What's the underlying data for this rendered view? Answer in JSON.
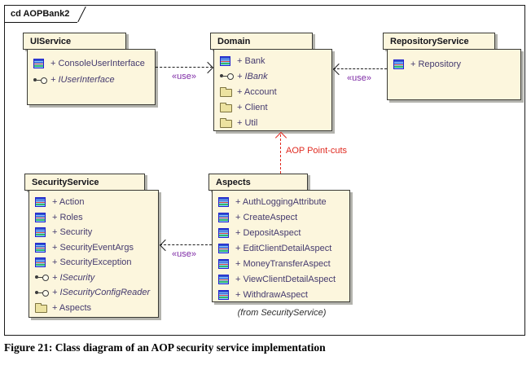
{
  "frame": {
    "title": "cd AOPBank2"
  },
  "caption": "Figure 21: Class diagram of an AOP security service implementation",
  "colors": {
    "package_fill": "#fcf6dd",
    "package_border": "#3a3a35",
    "shadow": "#b3b3ad",
    "member_text": "#443a6e",
    "stereotype_label": "#7e2ba6",
    "pointcut_red": "#e02a20"
  },
  "packages": [
    {
      "name": "UIService",
      "members": [
        {
          "icon": "class-icon",
          "label": "+ ConsoleUserInterface"
        },
        {
          "icon": "interface-lollipop-icon",
          "label": "+ IUserInterface",
          "italic": true
        }
      ]
    },
    {
      "name": "Domain",
      "members": [
        {
          "icon": "class-icon",
          "label": "+ Bank"
        },
        {
          "icon": "interface-lollipop-icon",
          "label": "+ IBank",
          "italic": true
        },
        {
          "icon": "package-folder-icon",
          "label": "+ Account"
        },
        {
          "icon": "package-folder-icon",
          "label": "+ Client"
        },
        {
          "icon": "package-folder-icon",
          "label": "+ Util"
        }
      ]
    },
    {
      "name": "RepositoryService",
      "members": [
        {
          "icon": "class-icon",
          "label": "+ Repository"
        }
      ]
    },
    {
      "name": "SecurityService",
      "members": [
        {
          "icon": "class-icon",
          "label": "+ Action"
        },
        {
          "icon": "class-icon",
          "label": "+ Roles"
        },
        {
          "icon": "class-icon",
          "label": "+ Security"
        },
        {
          "icon": "class-icon",
          "label": "+ SecurityEventArgs"
        },
        {
          "icon": "class-icon",
          "label": "+ SecurityException"
        },
        {
          "icon": "interface-lollipop-icon",
          "label": "+ ISecurity",
          "italic": true
        },
        {
          "icon": "interface-lollipop-icon",
          "label": "+ ISecurityConfigReader",
          "italic": true
        },
        {
          "icon": "package-folder-icon",
          "label": "+ Aspects"
        }
      ]
    },
    {
      "name": "Aspects",
      "note": "(from SecurityService)",
      "members": [
        {
          "icon": "class-icon",
          "label": "+ AuthLoggingAttribute"
        },
        {
          "icon": "class-icon",
          "label": "+ CreateAspect"
        },
        {
          "icon": "class-icon",
          "label": "+ DepositAspect"
        },
        {
          "icon": "class-icon",
          "label": "+ EditClientDetailAspect"
        },
        {
          "icon": "class-icon",
          "label": "+ MoneyTransferAspect"
        },
        {
          "icon": "class-icon",
          "label": "+ ViewClientDetailAspect"
        },
        {
          "icon": "class-icon",
          "label": "+ WithdrawAspect"
        }
      ]
    }
  ],
  "connectors": [
    {
      "type": "dependency",
      "label": "«use»",
      "from": "UIService",
      "to": "Domain"
    },
    {
      "type": "dependency",
      "label": "«use»",
      "from": "RepositoryService",
      "to": "Domain"
    },
    {
      "type": "dependency",
      "label": "«use»",
      "from": "Aspects",
      "to": "SecurityService"
    },
    {
      "type": "dependency",
      "label": "AOP Point-cuts",
      "from": "Aspects",
      "to": "Domain"
    }
  ]
}
